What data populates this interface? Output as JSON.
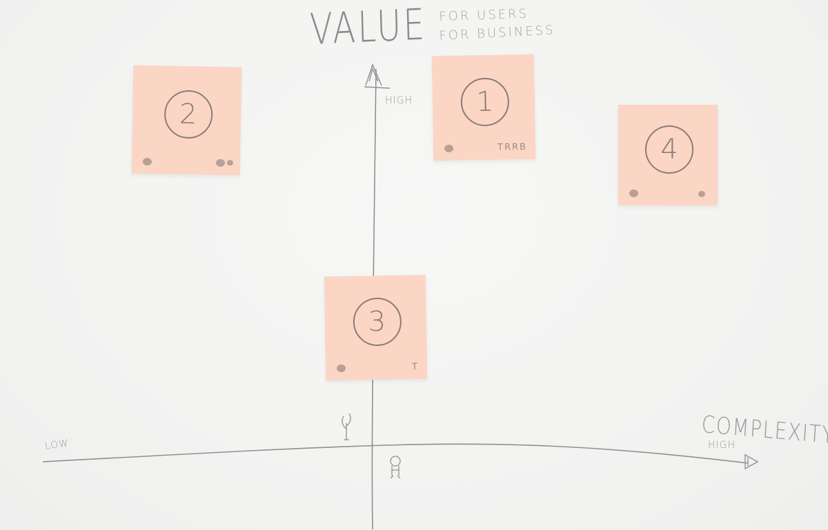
{
  "y_axis": {
    "title": "VALUE",
    "subtitle_line1": "FOR USERS",
    "subtitle_line2": "FOR BUSINESS",
    "high_label": "HIGH"
  },
  "x_axis": {
    "title": "COMPLEXITY",
    "low_label": "LOW",
    "high_label": "HIGH"
  },
  "sticky_notes": [
    {
      "number": "2",
      "tags": ""
    },
    {
      "number": "1",
      "tags": "TRRB"
    },
    {
      "number": "4",
      "tags": ""
    },
    {
      "number": "3",
      "tags": "T"
    }
  ],
  "colors": {
    "board": "#f4f4f3",
    "sticky": "#fbd6c5",
    "pencil": "#7c7c7c"
  }
}
